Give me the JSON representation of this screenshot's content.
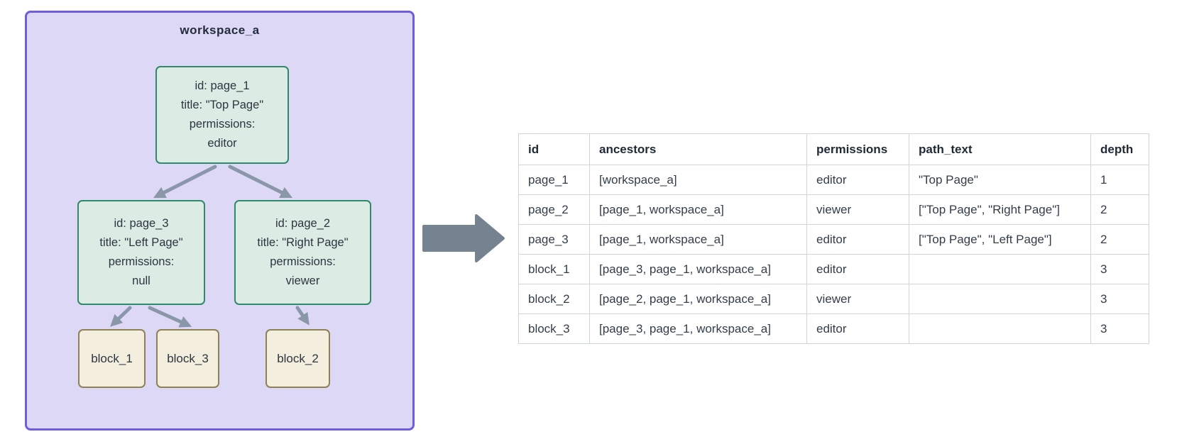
{
  "diagram": {
    "workspace_label": "workspace_a",
    "page_nodes": [
      {
        "id_line": "id: page_1",
        "title_line": "title: \"Top Page\"",
        "permissions_label": "permissions:",
        "permissions_value": "editor"
      },
      {
        "id_line": "id: page_3",
        "title_line": "title: \"Left Page\"",
        "permissions_label": "permissions:",
        "permissions_value": "null"
      },
      {
        "id_line": "id: page_2",
        "title_line": "title: \"Right Page\"",
        "permissions_label": "permissions:",
        "permissions_value": "viewer"
      }
    ],
    "block_nodes": [
      {
        "label": "block_1"
      },
      {
        "label": "block_3"
      },
      {
        "label": "block_2"
      }
    ]
  },
  "table": {
    "columns": [
      "id",
      "ancestors",
      "permissions",
      "path_text",
      "depth"
    ],
    "rows": [
      [
        "page_1",
        "[workspace_a]",
        "editor",
        "\"Top Page\"",
        "1"
      ],
      [
        "page_2",
        "[page_1, workspace_a]",
        "viewer",
        "[\"Top Page\", \"Right Page\"]",
        "2"
      ],
      [
        "page_3",
        "[page_1, workspace_a]",
        "editor",
        "[\"Top Page\", \"Left Page\"]",
        "2"
      ],
      [
        "block_1",
        "[page_3, page_1, workspace_a]",
        "editor",
        "",
        "3"
      ],
      [
        "block_2",
        "[page_2, page_1, workspace_a]",
        "viewer",
        "",
        "3"
      ],
      [
        "block_3",
        "[page_3, page_1, workspace_a]",
        "editor",
        "",
        "3"
      ]
    ]
  },
  "colors": {
    "workspace_fill": "#ddd8f6",
    "workspace_border": "#6e5ddc",
    "page_node_fill": "#dcebe3",
    "page_node_border": "#2e8a69",
    "block_node_fill": "#f3eedd",
    "block_node_border": "#8d8155",
    "tree_arrow": "#8997a8",
    "transform_arrow": "#75828f",
    "table_border": "#d0d5da"
  }
}
